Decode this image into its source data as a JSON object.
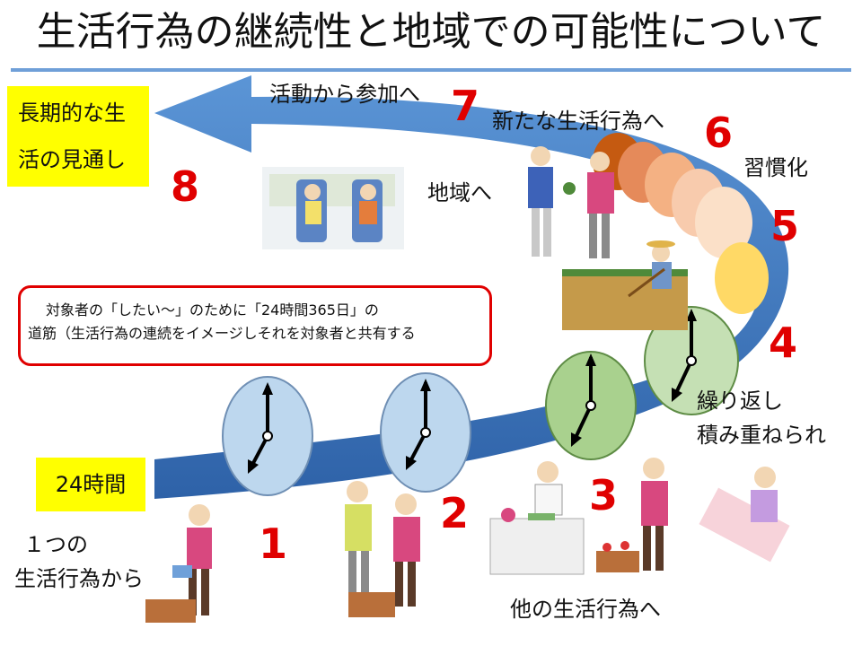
{
  "title": "生活行為の継続性と地域での可能性について",
  "goal_box": {
    "line1": "長期的な生",
    "line2": "活の見通し"
  },
  "h24_box": "24時間",
  "labels": {
    "activity_to_participation": "活動から参加へ",
    "new_activity": "新たな生活行為へ",
    "to_community": "地域へ",
    "habit": "習慣化",
    "repeated_line1": "繰り返し",
    "repeated_line2": "積み重ねられ",
    "start_line1": "１つの",
    "start_line2": "生活行為から",
    "other_activity": "他の生活行為へ"
  },
  "callout": {
    "line1": "対象者の「したい～」のために「24時間365日」の",
    "line2": "道筋（生活行為の連続をイメージしそれを対象者と共有する"
  },
  "step_numbers": [
    "1",
    "2",
    "3",
    "4",
    "5",
    "6",
    "7",
    "8"
  ],
  "colors": {
    "accent_red": "#e00000",
    "arrow_blue": "#4f86c8",
    "highlight_yellow": "#ffff00",
    "clock_blue": "#bdd7ee",
    "clock_green": "#a9d18e"
  }
}
